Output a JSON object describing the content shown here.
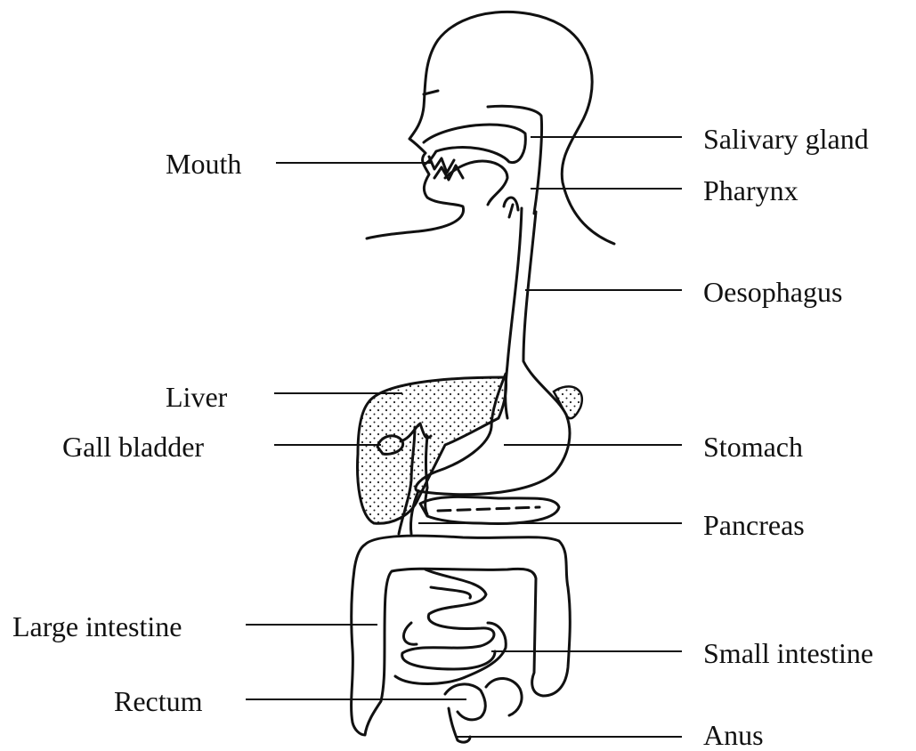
{
  "labels": {
    "mouth": "Mouth",
    "salivary_gland": "Salivary gland",
    "pharynx": "Pharynx",
    "oesophagus": "Oesophagus",
    "liver": "Liver",
    "gall_bladder": "Gall bladder",
    "stomach": "Stomach",
    "pancreas": "Pancreas",
    "large_intestine": "Large intestine",
    "small_intestine": "Small intestine",
    "rectum": "Rectum",
    "anus": "Anus"
  }
}
